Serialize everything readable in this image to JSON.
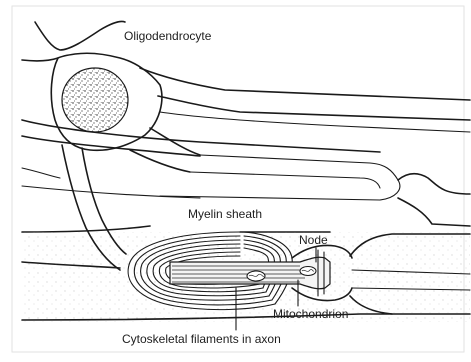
{
  "labels": {
    "oligodendrocyte": "Oligodendrocyte",
    "myelin_sheath": "Myelin sheath",
    "node": "Node",
    "mitochondrion": "Mitochondrion",
    "cytoskeletal_filaments": "Cytoskeletal filaments in axon"
  }
}
